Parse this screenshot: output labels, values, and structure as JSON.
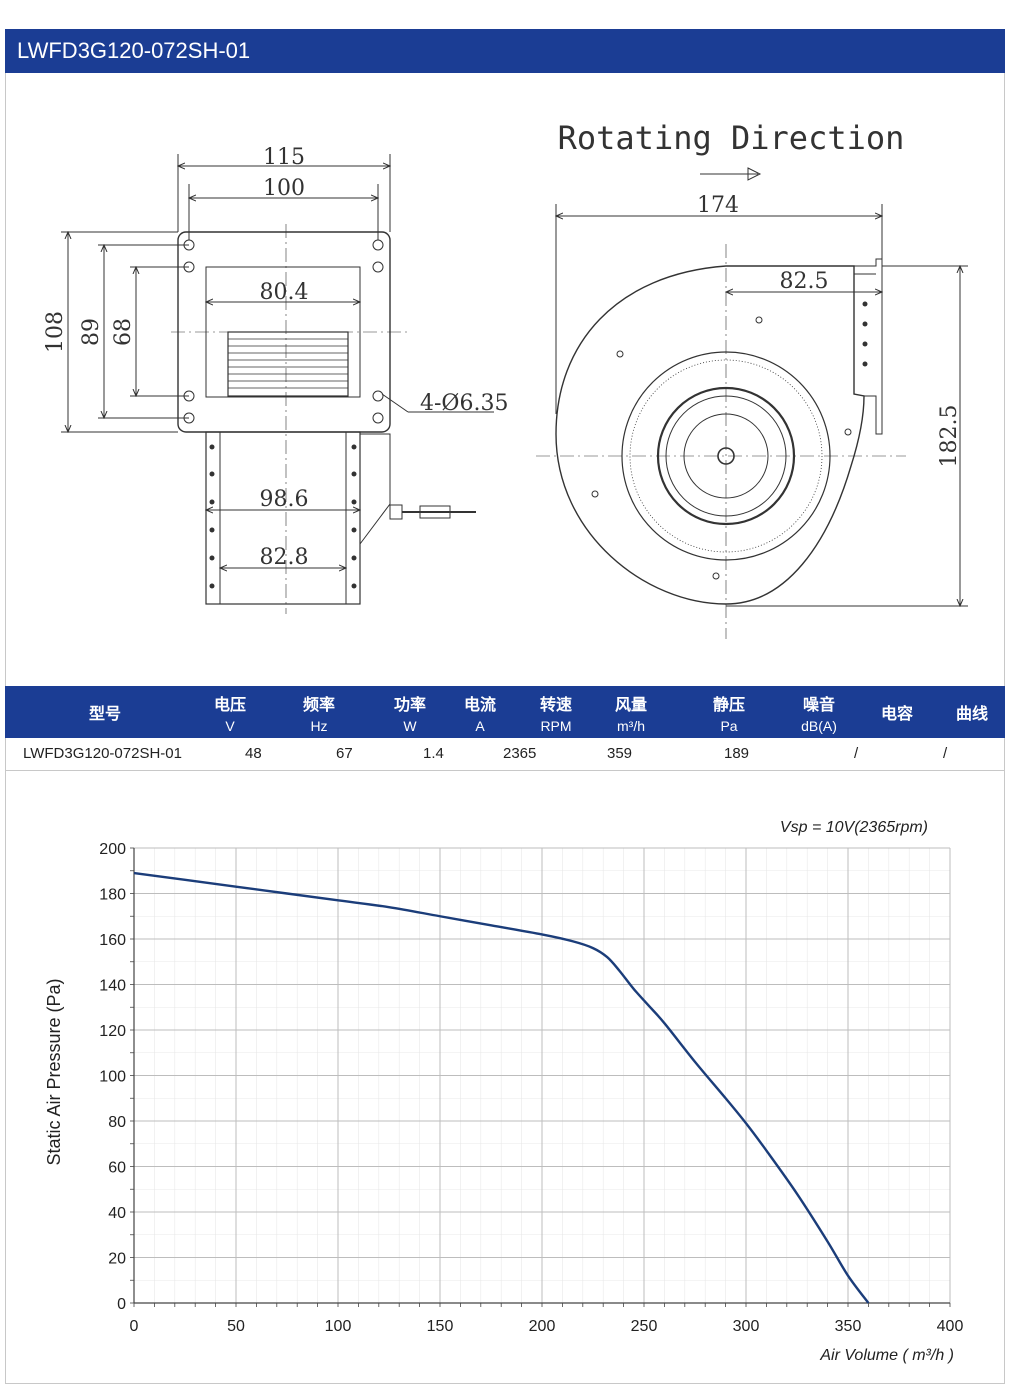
{
  "header": {
    "title": "LWFD3G120-072SH-01"
  },
  "drawing": {
    "rotating_direction": "Rotating Direction",
    "dims_left": {
      "w115": "115",
      "w100": "100",
      "w80_4": "80.4",
      "h108": "108",
      "h89": "89",
      "h68": "68",
      "holes": "4-Ø6.35",
      "w98_6": "98.6",
      "w82_8": "82.8"
    },
    "dims_right": {
      "w174": "174",
      "w82_5": "82.5",
      "h182_5": "182.5"
    }
  },
  "spec_table": {
    "headers": [
      {
        "zh": "型号",
        "unit": ""
      },
      {
        "zh": "电压",
        "unit": "V"
      },
      {
        "zh": "频率",
        "unit": "Hz"
      },
      {
        "zh": "功率",
        "unit": "W"
      },
      {
        "zh": "电流",
        "unit": "A"
      },
      {
        "zh": "转速",
        "unit": "RPM"
      },
      {
        "zh": "风量",
        "unit": "m³/h"
      },
      {
        "zh": "静压",
        "unit": "Pa"
      },
      {
        "zh": "噪音",
        "unit": "dB(A)"
      },
      {
        "zh": "电容",
        "unit": ""
      },
      {
        "zh": "曲线",
        "unit": ""
      }
    ],
    "row": [
      "LWFD3G120-072SH-01",
      "48",
      "67",
      "1.4",
      "2365",
      "359",
      "189",
      "/",
      "/"
    ]
  },
  "chart_data": {
    "type": "line",
    "annotation": "Vsp = 10V(2365rpm)",
    "xlabel": "Air Volume ( m³/h )",
    "ylabel": "Static Air Pressure  (Pa)",
    "xlim": [
      0,
      400
    ],
    "ylim": [
      0,
      200
    ],
    "x_ticks": [
      0,
      50,
      100,
      150,
      200,
      250,
      300,
      350,
      400
    ],
    "y_ticks": [
      0,
      20,
      40,
      60,
      80,
      100,
      120,
      140,
      160,
      180,
      200
    ],
    "grid": true,
    "line_color": "#1b3d7a",
    "series": [
      {
        "x": [
          0,
          25,
          50,
          75,
          100,
          125,
          150,
          175,
          200,
          215,
          225,
          232,
          238,
          245,
          252,
          260,
          275,
          290,
          300,
          310,
          325,
          340,
          350,
          360
        ],
        "y": [
          189,
          186,
          183,
          180,
          177,
          174,
          170,
          166,
          162,
          159,
          156,
          152,
          146,
          138,
          131,
          123,
          106,
          90,
          79,
          67,
          48,
          27,
          12,
          0
        ]
      }
    ]
  }
}
